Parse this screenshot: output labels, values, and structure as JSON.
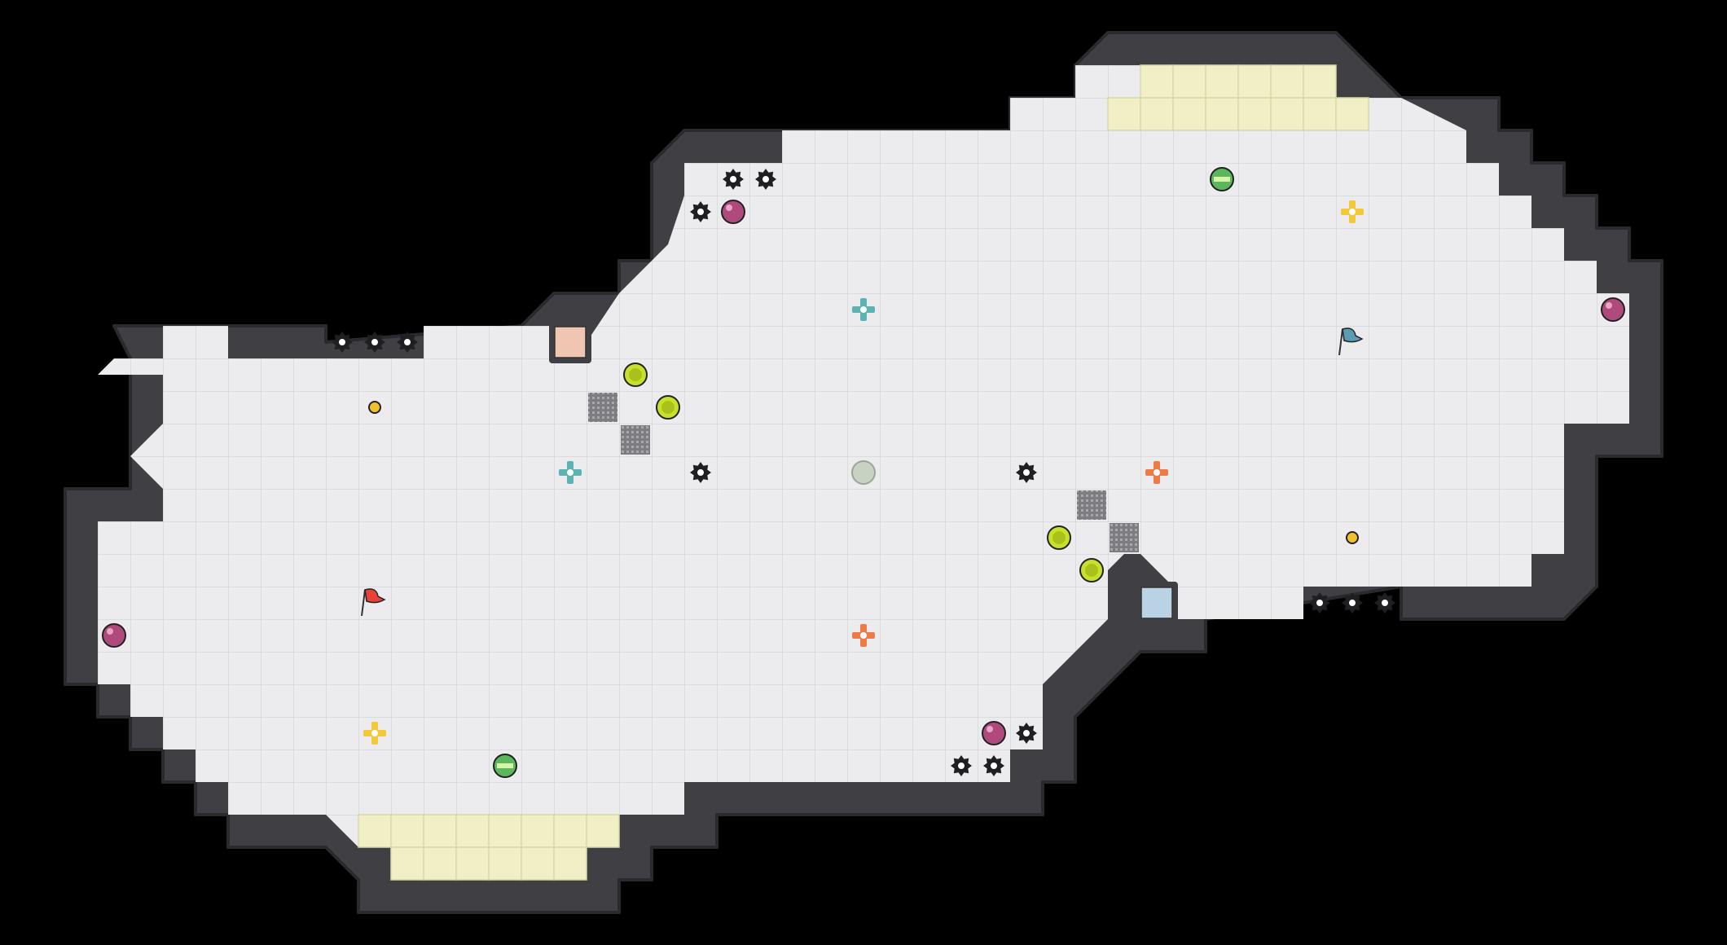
{
  "game": {
    "kind": "top-down arena map",
    "colors": {
      "background": "#000000",
      "floor": "#ececee",
      "grid_line": "#d7d7db",
      "wall": "#3f3f44",
      "wall_edge": "#2a2a2e",
      "corner_tile": "#dcdcdc",
      "end_zone": "#f1efc6",
      "red_team": "#e8413a",
      "blue_team": "#5b9bb4",
      "red_gate": "#f0c6b2",
      "blue_gate": "#b9d3e4",
      "boost": "#c8e02a",
      "bomb": "#b04a7c",
      "powerup": "#59b85c",
      "spike": "#1f1f22",
      "portal_neutral": "#5bb3b2",
      "portal_orange": "#f07a45",
      "portal_yellow": "#f3c83a",
      "gate_grate": "#8a8a8e",
      "neutral_marker": "#c7d2c3",
      "flag_pole": "#333333"
    },
    "flags": [
      {
        "team": "red",
        "icon": "red-flag-icon"
      },
      {
        "team": "blue",
        "icon": "blue-flag-icon"
      }
    ],
    "legend_icons": [
      "spike-icon",
      "boost-icon",
      "bomb-icon",
      "powerup-icon",
      "portal-icon",
      "gate-icon",
      "team-tile-icon",
      "button-icon"
    ]
  }
}
